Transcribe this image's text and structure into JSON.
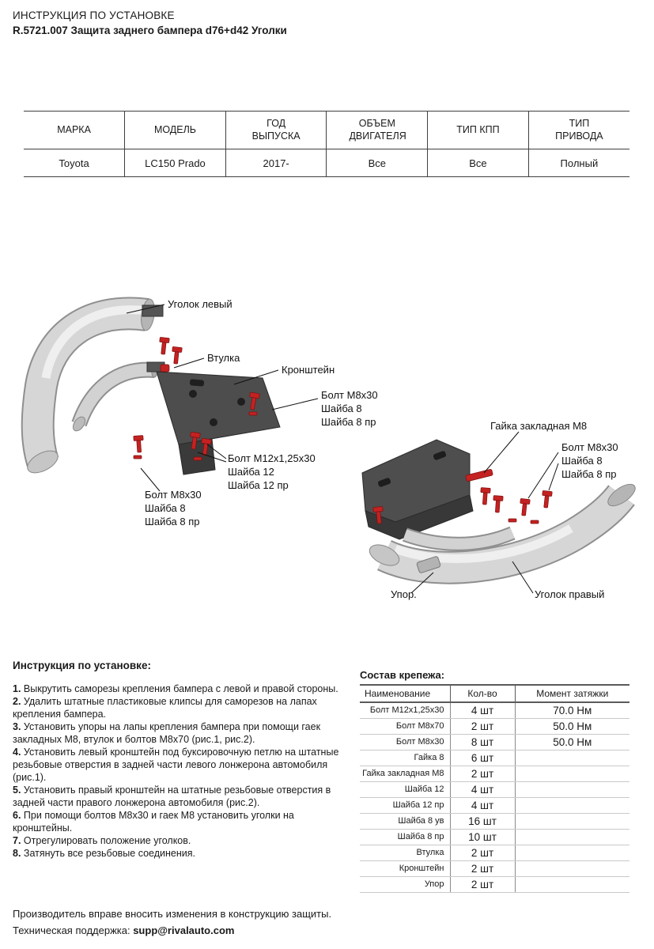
{
  "header": {
    "title": "ИНСТРУКЦИЯ ПО УСТАНОВКЕ",
    "subtitle": "R.5721.007 Защита заднего бампера d76+d42 Уголки"
  },
  "spec_table": {
    "headers": [
      "МАРКА",
      "МОДЕЛЬ",
      "ГОД ВЫПУСКА",
      "ОБЪЕМ ДВИГАТЕЛЯ",
      "ТИП КПП",
      "ТИП ПРИВОДА"
    ],
    "values": [
      "Toyota",
      "LC150 Prado",
      "2017-",
      "Все",
      "Все",
      "Полный"
    ]
  },
  "diagram": {
    "fig1": {
      "corner_left": "Уголок левый",
      "bushing": "Втулка",
      "bracket": "Кронштейн",
      "bolt_top_1": "Болт М8х30",
      "bolt_top_2": "Шайба 8",
      "bolt_top_3": "Шайба 8 пр",
      "bolt_m12_1": "Болт М12х1,25х30",
      "bolt_m12_2": "Шайба 12",
      "bolt_m12_3": "Шайба 12 пр",
      "bolt_bottom_1": "Болт М8х30",
      "bolt_bottom_2": "Шайба 8",
      "bolt_bottom_3": "Шайба 8 пр"
    },
    "fig2": {
      "rivet_nut": "Гайка закладная М8",
      "bolt_1": "Болт М8х30",
      "bolt_2": "Шайба 8",
      "bolt_3": "Шайба 8 пр",
      "stop": "Упор.",
      "corner_right": "Уголок правый"
    }
  },
  "instructions": {
    "title": "Инструкция по установке:",
    "steps": [
      {
        "n": "1.",
        "t": "Выкрутить саморезы крепления бампера с левой и правой стороны."
      },
      {
        "n": "2.",
        "t": "Удалить штатные пластиковые клипсы для саморезов на лапах крепления бампера."
      },
      {
        "n": "3.",
        "t": "Установить упоры на лапы крепления бампера при помощи гаек закладных М8, втулок и болтов М8х70 (рис.1, рис.2)."
      },
      {
        "n": "4.",
        "t": "Установить левый кронштейн под буксировочную петлю на штатные резьбовые отверстия в задней части левого лонжерона автомобиля (рис.1)."
      },
      {
        "n": "5.",
        "t": "Установить правый кронштейн на штатные резьбовые отверстия в задней части правого лонжерона автомобиля (рис.2)."
      },
      {
        "n": "6.",
        "t": "При помощи болтов М8х30 и гаек М8 установить уголки на кронштейны."
      },
      {
        "n": "7.",
        "t": "Отрегулировать положение уголков."
      },
      {
        "n": "8.",
        "t": "Затянуть все резьбовые соединения."
      }
    ]
  },
  "hardware": {
    "title": "Состав крепежа:",
    "headers": [
      "Наименование",
      "Кол-во",
      "Момент затяжки"
    ],
    "rows": [
      {
        "name": "Болт М12х1,25х30",
        "qty": "4 шт",
        "torque": "70.0 Нм"
      },
      {
        "name": "Болт М8х70",
        "qty": "2 шт",
        "torque": "50.0 Нм"
      },
      {
        "name": "Болт М8х30",
        "qty": "8 шт",
        "torque": "50.0 Нм"
      },
      {
        "name": "Гайка 8",
        "qty": "6 шт",
        "torque": ""
      },
      {
        "name": "Гайка закладная М8",
        "qty": "2 шт",
        "torque": ""
      },
      {
        "name": "Шайба 12",
        "qty": "4 шт",
        "torque": ""
      },
      {
        "name": "Шайба 12 пр",
        "qty": "4 шт",
        "torque": ""
      },
      {
        "name": "Шайба 8 ув",
        "qty": "16 шт",
        "torque": ""
      },
      {
        "name": "Шайба 8 пр",
        "qty": "10 шт",
        "torque": ""
      },
      {
        "name": "Втулка",
        "qty": "2 шт",
        "torque": ""
      },
      {
        "name": "Кронштейн",
        "qty": "2 шт",
        "torque": ""
      },
      {
        "name": "Упор",
        "qty": "2 шт",
        "torque": ""
      }
    ]
  },
  "footer": {
    "note": "Производитель вправе вносить изменения в конструкцию защиты.",
    "support_label": "Техническая поддержка: ",
    "support_email": "supp@rivalauto.com"
  },
  "colors": {
    "fastener_red": "#c42222",
    "bracket_dark": "#4d4d4d",
    "tube_gray": "#d6d6d6"
  }
}
